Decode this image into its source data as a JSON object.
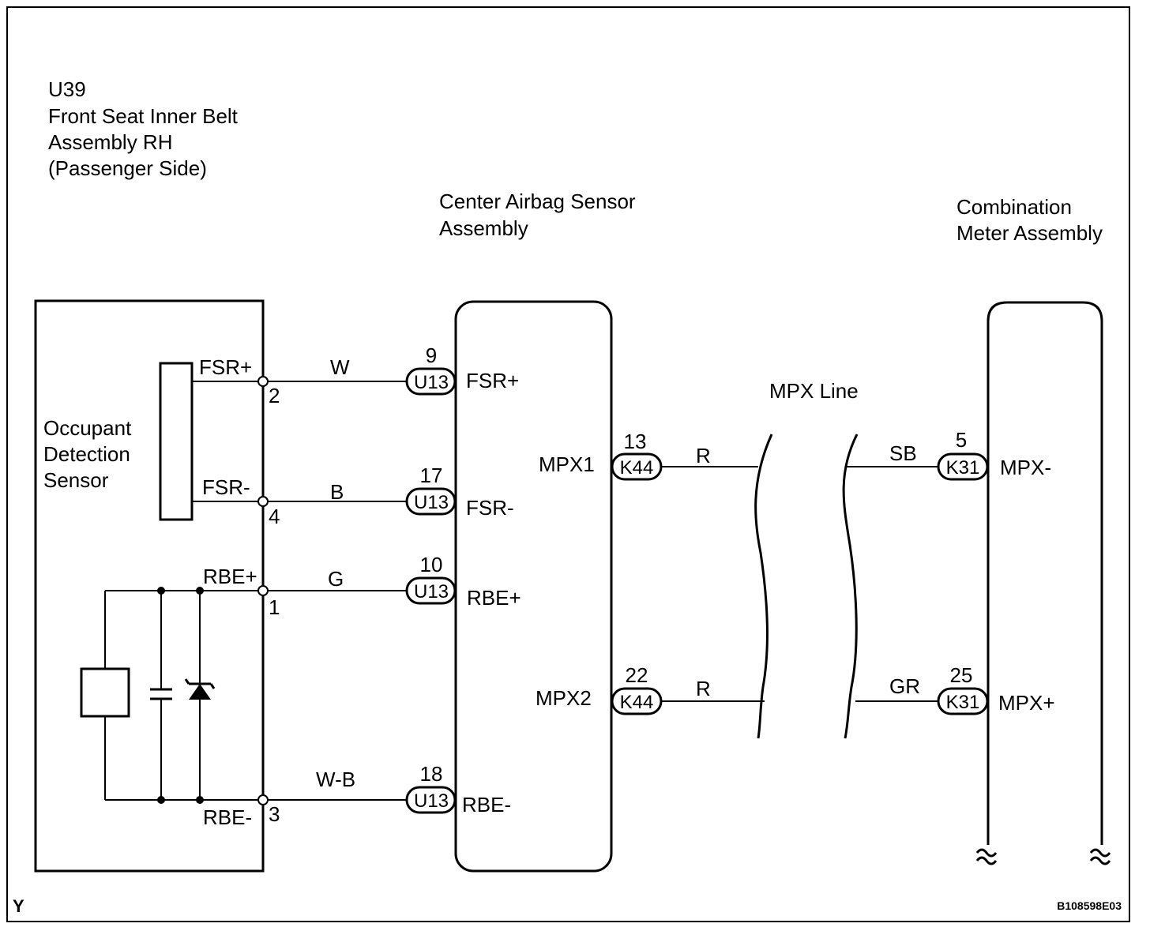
{
  "components": {
    "u39": {
      "code": "U39",
      "name_line1": "Front Seat Inner Belt",
      "name_line2": "Assembly RH",
      "name_line3": "(Passenger Side)"
    },
    "occupant_sensor": {
      "line1": "Occupant",
      "line2": "Detection",
      "line3": "Sensor"
    },
    "center_airbag": {
      "line1": "Center Airbag Sensor",
      "line2": "Assembly"
    },
    "combination_meter": {
      "line1": "Combination",
      "line2": "Meter Assembly"
    }
  },
  "sensor_terminals": [
    {
      "label": "FSR+",
      "pin": "2"
    },
    {
      "label": "FSR-",
      "pin": "4"
    },
    {
      "label": "RBE+",
      "pin": "1"
    },
    {
      "label": "RBE-",
      "pin": "3"
    }
  ],
  "wires_left": [
    {
      "color": "W",
      "pin": "9",
      "connector": "U13",
      "terminal": "FSR+"
    },
    {
      "color": "B",
      "pin": "17",
      "connector": "U13",
      "terminal": "FSR-"
    },
    {
      "color": "G",
      "pin": "10",
      "connector": "U13",
      "terminal": "RBE+"
    },
    {
      "color": "W-B",
      "pin": "18",
      "connector": "U13",
      "terminal": "RBE-"
    }
  ],
  "mpx": {
    "line_label": "MPX Line",
    "rows": [
      {
        "left_terminal": "MPX1",
        "left_pin": "13",
        "left_connector": "K44",
        "left_color": "R",
        "right_color": "SB",
        "right_pin": "5",
        "right_connector": "K31",
        "right_terminal": "MPX-"
      },
      {
        "left_terminal": "MPX2",
        "left_pin": "22",
        "left_connector": "K44",
        "left_color": "R",
        "right_color": "GR",
        "right_pin": "25",
        "right_connector": "K31",
        "right_terminal": "MPX+"
      }
    ]
  },
  "footer": {
    "corner_letter": "Y",
    "figure_id": "B108598E03"
  }
}
